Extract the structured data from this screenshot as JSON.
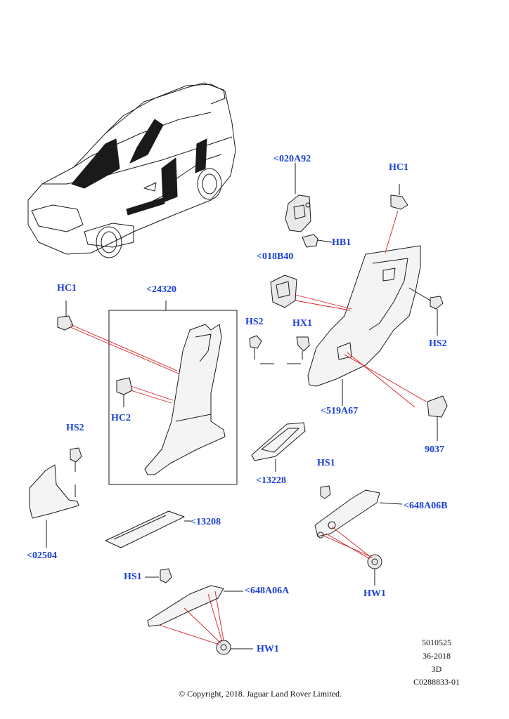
{
  "labels": {
    "l020a92": "<020A92",
    "hc1_right": "HC1",
    "hb1": "HB1",
    "l018b40": "<018B40",
    "hc1_left": "HC1",
    "l24320": "<24320",
    "hs2_mid": "HS2",
    "hx1": "HX1",
    "hs2_right": "HS2",
    "hc2": "HC2",
    "l519a67": "<519A67",
    "hs2_left": "HS2",
    "n9037": "9037",
    "l13228": "<13228",
    "hs1_right": "HS1",
    "l648a06b": "<648A06B",
    "l13208": "<13208",
    "l02504": "<02504",
    "hw1_right": "HW1",
    "hs1_left": "HS1",
    "l648a06a": "<648A06A",
    "hw1_bottom": "HW1"
  },
  "footer": {
    "id_line1": "5010525",
    "id_line2": "36-2018",
    "id_line3": "3D",
    "id_line4": "C0288833-01",
    "copyright": "© Copyright, 2018. Jaguar Land Rover Limited."
  },
  "colors": {
    "label_blue": "#1a3fd6",
    "leader_red": "#d62020",
    "line_black": "#1a1a1a",
    "shade_grey": "#e9e9e9"
  }
}
